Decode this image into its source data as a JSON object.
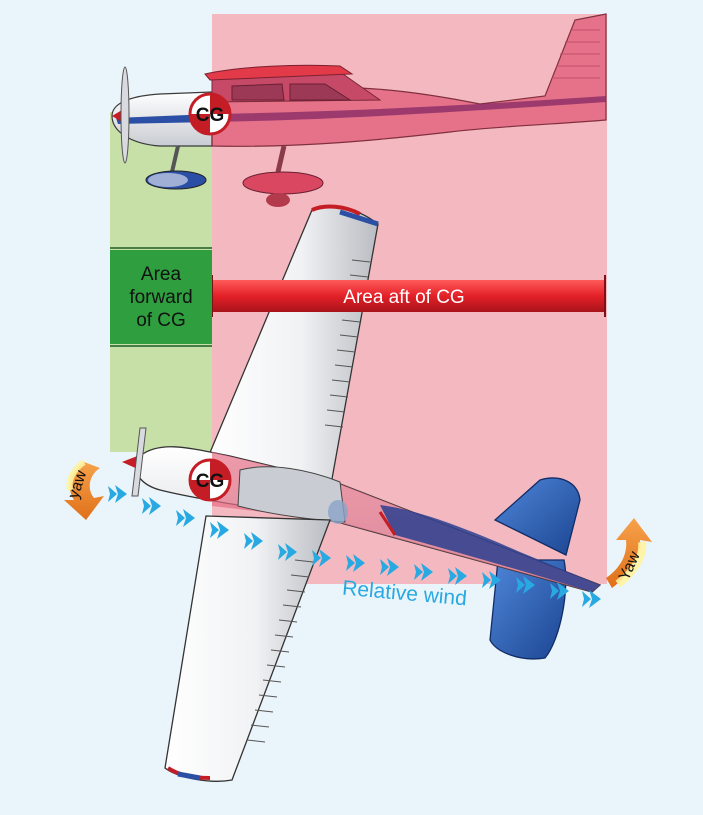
{
  "diagram": {
    "labels": {
      "cg_side": "CG",
      "cg_top": "CG",
      "area_forward_line1": "Area",
      "area_forward_line2": "forward",
      "area_forward_line3": "of CG",
      "area_aft": "Area aft of CG",
      "yaw_left": "yaw",
      "yaw_right": "Yaw",
      "relative_wind": "Relative wind"
    },
    "colors": {
      "background": "#eaf4fb",
      "forward_area": "#c7e0a8",
      "forward_label_box": "#2e9e3e",
      "aft_area": "#f4b9c0",
      "aft_bar": "#e32028",
      "yaw_arrow": "#f08a24",
      "relative_wind": "#29a9e1",
      "tail_blue": "#2b63b5"
    }
  }
}
